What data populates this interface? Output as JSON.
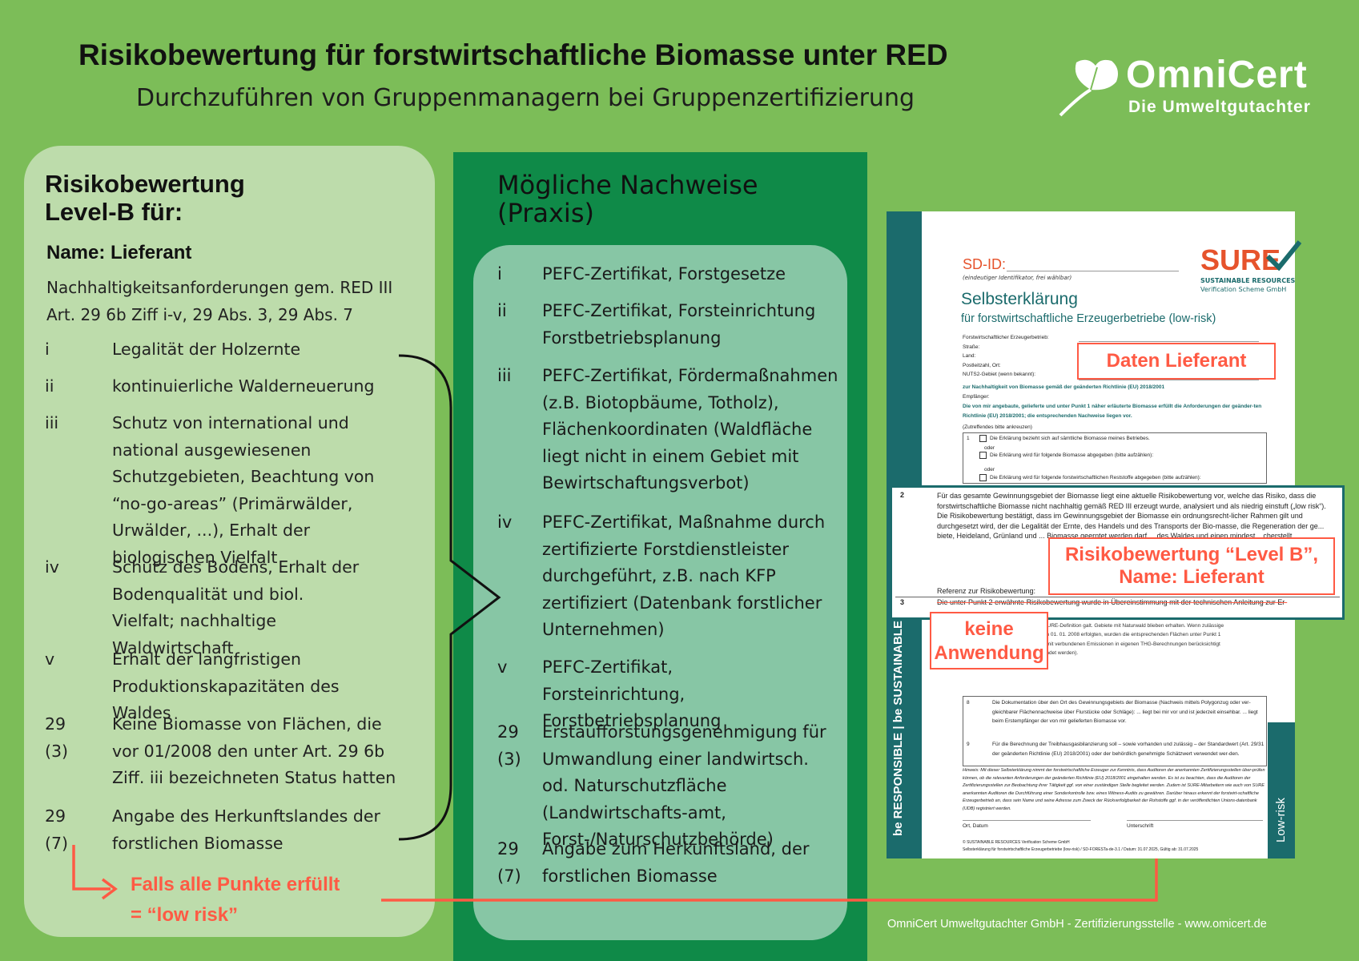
{
  "header": {
    "title": "Risikobewertung für forstwirtschaftliche Biomasse unter RED",
    "subtitle": "Durchzuführen von Gruppenmanagern bei Gruppenzertifizierung"
  },
  "logo": {
    "brand": "OmniCert",
    "tagline": "Die Umweltgutachter"
  },
  "left_panel": {
    "heading_line1": "Risikobewertung",
    "heading_line2": "Level-B für:",
    "name": "Name: Lieferant",
    "requirements_line1": "Nachhaltigkeitsanforderungen gem. RED III",
    "requirements_line2": "Art. 29 6b Ziff i-v, 29 Abs. 3, 29 Abs. 7",
    "items": [
      {
        "num": "i",
        "text": "Legalität der Holzernte"
      },
      {
        "num": "ii",
        "text": "kontinuierliche Walderneuerung"
      },
      {
        "num": "iii",
        "text": "Schutz von international und national ausgewiesenen Schutzgebieten, Beachtung von “no-go-areas” (Primärwälder, Urwälder, ...), Erhalt der biologischen Vielfalt"
      },
      {
        "num": "iv",
        "text": "Schutz des Bodens, Erhalt der Bodenqualität und biol. Vielfalt; nachhaltige Waldwirtschaft"
      },
      {
        "num": "v",
        "text": "Erhalt der langfristigen Produktionskapazitäten des Waldes"
      },
      {
        "num": "29 (3)",
        "text": "Keine Biomasse von Flächen, die vor 01/2008 den unter Art. 29 6b Ziff. iii bezeichneten Status hatten"
      },
      {
        "num": "29 (7)",
        "text": "Angabe des Herkunftslandes der forstlichen Biomasse"
      }
    ],
    "conclusion_line1": "Falls alle Punkte erfüllt",
    "conclusion_line2": "= “low risk”"
  },
  "middle_panel": {
    "heading_line1": "Mögliche Nachweise",
    "heading_line2": "(Praxis)",
    "items": [
      {
        "num": "i",
        "text": "PEFC-Zertifikat, Forstgesetze"
      },
      {
        "num": "ii",
        "text": "PEFC-Zertifikat, Forsteinrichtung Forstbetriebsplanung"
      },
      {
        "num": "iii",
        "text": "PEFC-Zertifikat, Fördermaßnahmen (z.B. Biotopbäume, Totholz), Flächenkoordinaten (Waldfläche liegt nicht in einem Gebiet mit Bewirtschaftungsverbot)"
      },
      {
        "num": "iv",
        "text": "PEFC-Zertifikat, Maßnahme durch zertifizierte Forstdienstleister durchgeführt, z.B. nach KFP zertifiziert (Datenbank forstlicher Unternehmen)"
      },
      {
        "num": "v",
        "text": "PEFC-Zertifikat, Forsteinrichtung, Forstbetriebsplanung"
      },
      {
        "num": "29 (3)",
        "text": "Erstaufforstungsgenehmigung für Umwandlung einer landwirtsch. od. Naturschutzfläche (Landwirtschafts-amt, Forst-/Naturschutzbehörde)"
      },
      {
        "num": "29 (7)",
        "text": "Angabe zum Herkunftsland, der forstlichen Biomasse"
      }
    ]
  },
  "document": {
    "sd_id": "SD-ID:",
    "sd_id_note": "(eindeutiger Identifikator, frei wählbar)",
    "sure_word": "SURE",
    "sure_line1": "SUSTAINABLE RESOURCES",
    "sure_line2": "Verification Scheme GmbH",
    "title": "Selbsterklärung",
    "subtitle": "für forstwirtschaftliche Erzeugerbetriebe (low-risk)",
    "fields": [
      "Forstwirtschaftlicher Erzeugerbetrieb:",
      "Straße:",
      "Land:",
      "Postleitzahl, Ort:",
      "NUTS2-Gebiet (wenn bekannt):"
    ],
    "directive_line": "zur Nachhaltigkeit von Biomasse gemäß der geänderten Richtlinie (EU) 2018/2001",
    "recipient": "Empfänger:",
    "statement": "Die von mir angebaute, gelieferte und unter Punkt 1 näher erläuterte Biomasse erfüllt die Anforderungen der geänder-ten Richtlinie (EU) 2018/2001; die entsprechenden Nachweise liegen vor.",
    "tick_note": "(Zutreffendes bitte ankreuzen)",
    "opt1": "Die Erklärung bezieht sich auf sämtliche Biomasse meines Betriebes.",
    "oder": "oder",
    "opt2": "Die Erklärung wird für folgende Biomasse abgegeben (bitte aufzählen):",
    "opt3": "Die Erklärung wird für folgende forstwirtschaftlichen Reststoffe abgegeben (bitte aufzählen):",
    "zoom_num": "2",
    "zoom_text": "Für das gesamte Gewinnungsgebiet der Biomasse liegt eine aktuelle Risikobewertung vor, welche das Risiko, dass die forstwirtschaftliche Biomasse nicht nachhaltig gemäß RED III erzeugt wurde, analysiert und als niedrig einstuft („low risk“). Die Risikobewertung bestätigt, dass im Gewinnungsgebiet der Biomasse ein ordnungsrecht-licher Rahmen gilt und durchgesetzt wird, der die Legalität der Ernte, des Handels und des Transports der Bio-masse, die Regeneration der ge... biete, Heideland, Grünland und ... Biomasse geerntet werden darf ... des Waldes und einen mindest... cherstellt.",
    "zoom_ref": "Referenz zur Risikobewertung:",
    "zoom_num3": "3",
    "zoom_strike": "Die unter Punkt 2 erwähnte Risikobewertung wurde in Übereinstimmung mit der technischen Anleitung zur Er-",
    "lower_text": "...von SURE erstellt und weist ein Gesamtergebnis von ... Punkten auf. ...stand mit hoher biologischer Vielfalt, Heideland oder Feuchtgebiete. ...auf Flächen, auf denen Beschränkungen für die Ernte von forstwirtschaftlicher Biomasse mit hoher biologischer Vielfalt, künstlichem Grünland mit hoher biologischer Viel- ...auf denen die Voraussetzungen, unter denen die Ernte erlaubt ist, erfüllt wurden. ...ausschließlich aus Waldgebieten, die noch den Status von Wäldern haben. Sie stammt ...oder aus Agroforstsystemen, deren Anbauflächen vor dem 1. Januar 2008 als Naturwald ...im Sinne der SURE-Definition galt. Gebiete mit Naturwald blieben erhalten. Wenn zulässige Landnutzungsände-rungen nach dem 01. 01. 2008 erfolgten, wurden die entsprechenden Flächen unter Punkt 1 explizit ausgeschlos-sen oder die damit verbundenen Emissionen in eigenen THG-Berechnungen berücksichtigt (Standardwerte kön-nen nicht verwendet werden).",
    "item8_num": "8",
    "item8": "Die Dokumentation über den Ort des Gewinnungsgebiets der Biomasse (Nachweis mittels Polygonzug oder ver-gleichbarer Flächennachweise über Flurstücke oder Schläge): ... liegt bei mir vor und ist jederzeit einsehbar. ... liegt beim Erstempfänger der von mir gelieferten Biomasse vor.",
    "item9_num": "9",
    "item9": "Für die Berechnung der Treibhausgasbilanzierung soll – sowie vorhanden und zulässig – der Standardwert (Art. 29/31 der geänderten Richtlinie (EU) 2018/2001) oder der behördlich genehmigte Schätzwert verwendet wer-den.",
    "hinweis": "Hinweis: Mit dieser Selbsterklärung nimmt der forstwirtschaftliche Erzeuger zur Kenntnis, dass Auditoren der anerkannten Zertifizierungsstellen über-prüfen können, ob die relevanten Anforderungen der geänderten Richtlinie (EU) 2018/2001 eingehalten werden. Es ist zu beachten, dass die Auditoren der Zertifizierungsstellen zur Beobachtung ihrer Tätigkeit ggf. von einer zuständigen Stelle begleitet werden. Zudem ist SURE-Mitarbeitern wie auch von SURE anerkannten Auditoren die Durchführung einer Sonderkontrolle bzw. eines Witness-Audits zu gewähren. Darüber hinaus erkennt der forstwirt-schaftliche Erzeugerbetrieb an, dass sein Name und seine Adresse zum Zweck der Rückverfolgbarkeit der Rohstoffe ggf. in der veröffentlichten Unions-datenbank (UDB) registriert werden.",
    "ort_datum": "Ort, Datum",
    "unterschrift": "Unterschrift",
    "copyright": "© SUSTAINABLE RESOURCES Verification Scheme GmbH",
    "docref": "Selbsterklärung für forstwirtschaftliche Erzeugerbetriebe (low-risk) / SD-FORESTa-de-3.1 / Datum: 31.07.2025, Gültig ab: 31.07.2025",
    "side_label": "be RESPONSIBLE | be SUSTAINABLE",
    "right_label": "Low-risk"
  },
  "callouts": {
    "daten": "Daten Lieferant",
    "risiko_line1": "Risikobewertung “Level B”,",
    "risiko_line2": "Name: Lieferant",
    "keine_line1": "keine",
    "keine_line2": "Anwendung"
  },
  "footer": "OmniCert Umweltgutachter GmbH - Zertifizierungsstelle - www.omicert.de",
  "colors": {
    "background": "#7cbd58",
    "left_panel": "#bddcab",
    "middle_panel": "#0f8a48",
    "middle_inner": "#87c6a5",
    "accent_red": "#ff5a44",
    "teal": "#1b6b6c",
    "sure_orange": "#e6532c"
  }
}
